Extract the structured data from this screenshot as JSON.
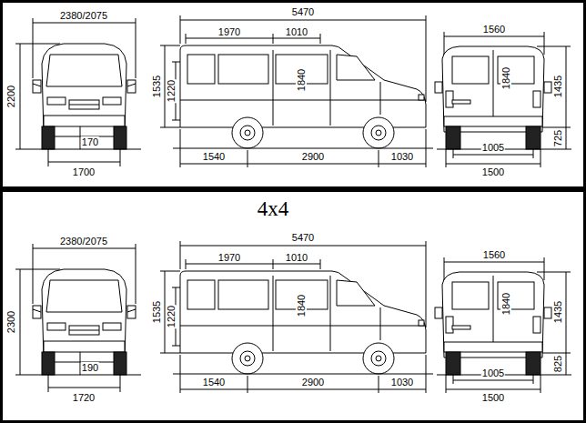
{
  "diagram": {
    "labels": [
      "5470",
      "2380/2075",
      "1970",
      "1010",
      "1560",
      "2200",
      "1535",
      "1220",
      "1840",
      "1840",
      "1435",
      "725",
      "170",
      "1540",
      "2900",
      "1030",
      "1005",
      "1700",
      "1500",
      "4x4",
      "5470",
      "2380/2075",
      "1970",
      "1010",
      "1560",
      "2300",
      "1535",
      "1220",
      "1840",
      "1840",
      "1435",
      "825",
      "190",
      "1540",
      "2900",
      "1030",
      "1005",
      "1720",
      "1500"
    ]
  }
}
